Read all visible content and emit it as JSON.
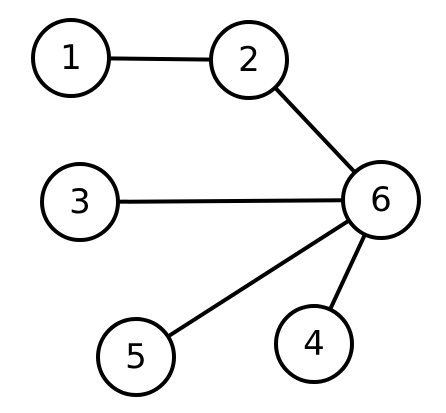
{
  "graph": {
    "nodes": [
      {
        "id": "1",
        "label": "1"
      },
      {
        "id": "2",
        "label": "2"
      },
      {
        "id": "3",
        "label": "3"
      },
      {
        "id": "6",
        "label": "6"
      },
      {
        "id": "5",
        "label": "5"
      },
      {
        "id": "4",
        "label": "4"
      }
    ],
    "edges": [
      {
        "from": "1",
        "to": "2"
      },
      {
        "from": "2",
        "to": "6"
      },
      {
        "from": "3",
        "to": "6"
      },
      {
        "from": "6",
        "to": "5"
      },
      {
        "from": "6",
        "to": "4"
      }
    ],
    "colors": {
      "stroke": "#000000",
      "fill": "#ffffff",
      "background": "#ffffff"
    }
  }
}
